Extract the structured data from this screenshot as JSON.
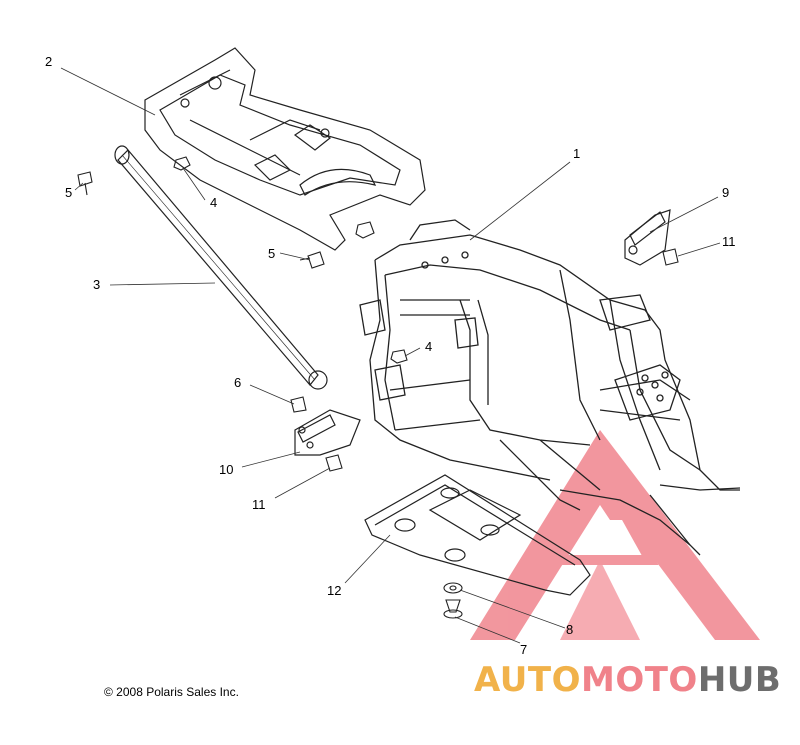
{
  "callouts": {
    "c1": "1",
    "c2": "2",
    "c3": "3",
    "c4a": "4",
    "c4b": "4",
    "c5a": "5",
    "c5b": "5",
    "c6": "6",
    "c7": "7",
    "c8": "8",
    "c9": "9",
    "c10": "10",
    "c11a": "11",
    "c11b": "11",
    "c12": "12"
  },
  "copyright": "© 2008 Polaris Sales Inc.",
  "watermark": {
    "part1": "AUTO",
    "part2": "MOTO",
    "part3": "HUB",
    "logo_color": "#e8424f"
  }
}
